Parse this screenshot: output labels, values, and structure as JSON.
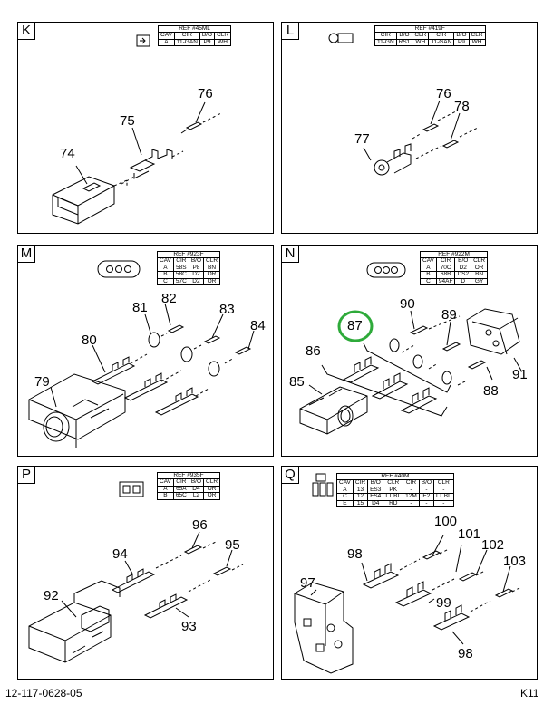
{
  "panels": {
    "K": {
      "letter": "K",
      "ref": "REF #45ML",
      "headers": [
        "CAV",
        "CIR",
        "B/O",
        "CLR"
      ],
      "rows": [
        [
          "A",
          "11-GAN",
          "P9",
          "WH"
        ]
      ],
      "callouts": [
        "76",
        "75",
        "74"
      ]
    },
    "L": {
      "letter": "L",
      "ref": "REF #419F",
      "headers": [
        "CIR",
        "B/O",
        "CLR",
        "CIR",
        "B/O",
        "CLR"
      ],
      "rows": [
        [
          "11-GN",
          "RS1",
          "WH",
          "11-GAN",
          "P9",
          "WH"
        ]
      ],
      "callouts": [
        "76",
        "78",
        "77"
      ]
    },
    "M": {
      "letter": "M",
      "ref": "REF #923F",
      "headers": [
        "CAV",
        "CIR",
        "B/O",
        "CLR"
      ],
      "rows": [
        [
          "A",
          "58S",
          "P8",
          "BN"
        ],
        [
          "B",
          "58C",
          "D2",
          "OR"
        ],
        [
          "C",
          "57C",
          "D2",
          "OR"
        ]
      ],
      "callouts": [
        "82",
        "81",
        "83",
        "84",
        "80",
        "79"
      ]
    },
    "N": {
      "letter": "N",
      "ref": "REF #922M",
      "headers": [
        "CAV",
        "CIR",
        "B/O",
        "CLR"
      ],
      "rows": [
        [
          "A",
          "70C",
          "D2",
          "OR"
        ],
        [
          "B",
          "68B",
          "DS2",
          "BN"
        ],
        [
          "C",
          "94AF",
          "D",
          "GY"
        ]
      ],
      "callouts": [
        "90",
        "87",
        "89",
        "86",
        "91",
        "85",
        "88"
      ]
    },
    "P": {
      "letter": "P",
      "ref": "REF #935F",
      "headers": [
        "CAV",
        "CIR",
        "B/O",
        "CLR"
      ],
      "rows": [
        [
          "A",
          "65A",
          "D4",
          "OR"
        ],
        [
          "B",
          "65C",
          "L2",
          "OR"
        ]
      ],
      "callouts": [
        "96",
        "94",
        "95",
        "92",
        "93"
      ]
    },
    "Q": {
      "letter": "Q",
      "ref": "REF #40M",
      "headers": [
        "CAV",
        "CIR",
        "B/O",
        "CLR",
        "CIR",
        "B/O",
        "CLR"
      ],
      "rows": [
        [
          "A",
          "13",
          "ES3",
          "PK",
          "-",
          "-",
          "-"
        ],
        [
          "C",
          "12",
          "FS4",
          "LT BL",
          "12M",
          "E2",
          "LT BL"
        ],
        [
          "E",
          "15",
          "D4",
          "RD",
          "-",
          "-",
          "-"
        ]
      ],
      "callouts": [
        "100",
        "101",
        "102",
        "98",
        "103",
        "97",
        "99",
        "98"
      ]
    }
  },
  "footer": {
    "part_number": "12-117-0628-05",
    "page": "K11"
  },
  "colors": {
    "highlight": "#2eaa3a",
    "line": "#000000"
  }
}
